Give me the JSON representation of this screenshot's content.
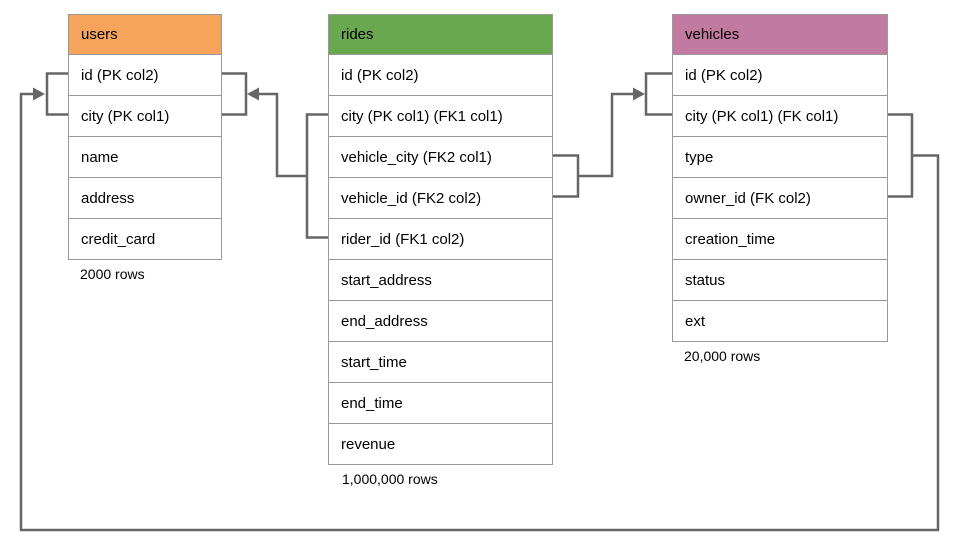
{
  "colors": {
    "users_header": "#F6A45C",
    "rides_header": "#6AA84F",
    "vehicles_header": "#C27BA0",
    "connector": "#666666",
    "table_border": "#999999"
  },
  "tables": {
    "users": {
      "title": "users",
      "rows": [
        "id (PK col2)",
        "city (PK col1)",
        "name",
        "address",
        "credit_card"
      ],
      "caption": "2000 rows"
    },
    "rides": {
      "title": "rides",
      "rows": [
        "id (PK col2)",
        "city (PK col1) (FK1 col1)",
        "vehicle_city (FK2 col1)",
        "vehicle_id (FK2 col2)",
        "rider_id (FK1 col2)",
        "start_address",
        "end_address",
        "start_time",
        "end_time",
        "revenue"
      ],
      "caption": "1,000,000 rows"
    },
    "vehicles": {
      "title": "vehicles",
      "rows": [
        "id (PK col2)",
        "city (PK col1) (FK col1)",
        "type",
        "owner_id (FK col2)",
        "creation_time",
        "status",
        "ext"
      ],
      "caption": "20,000 rows"
    }
  }
}
